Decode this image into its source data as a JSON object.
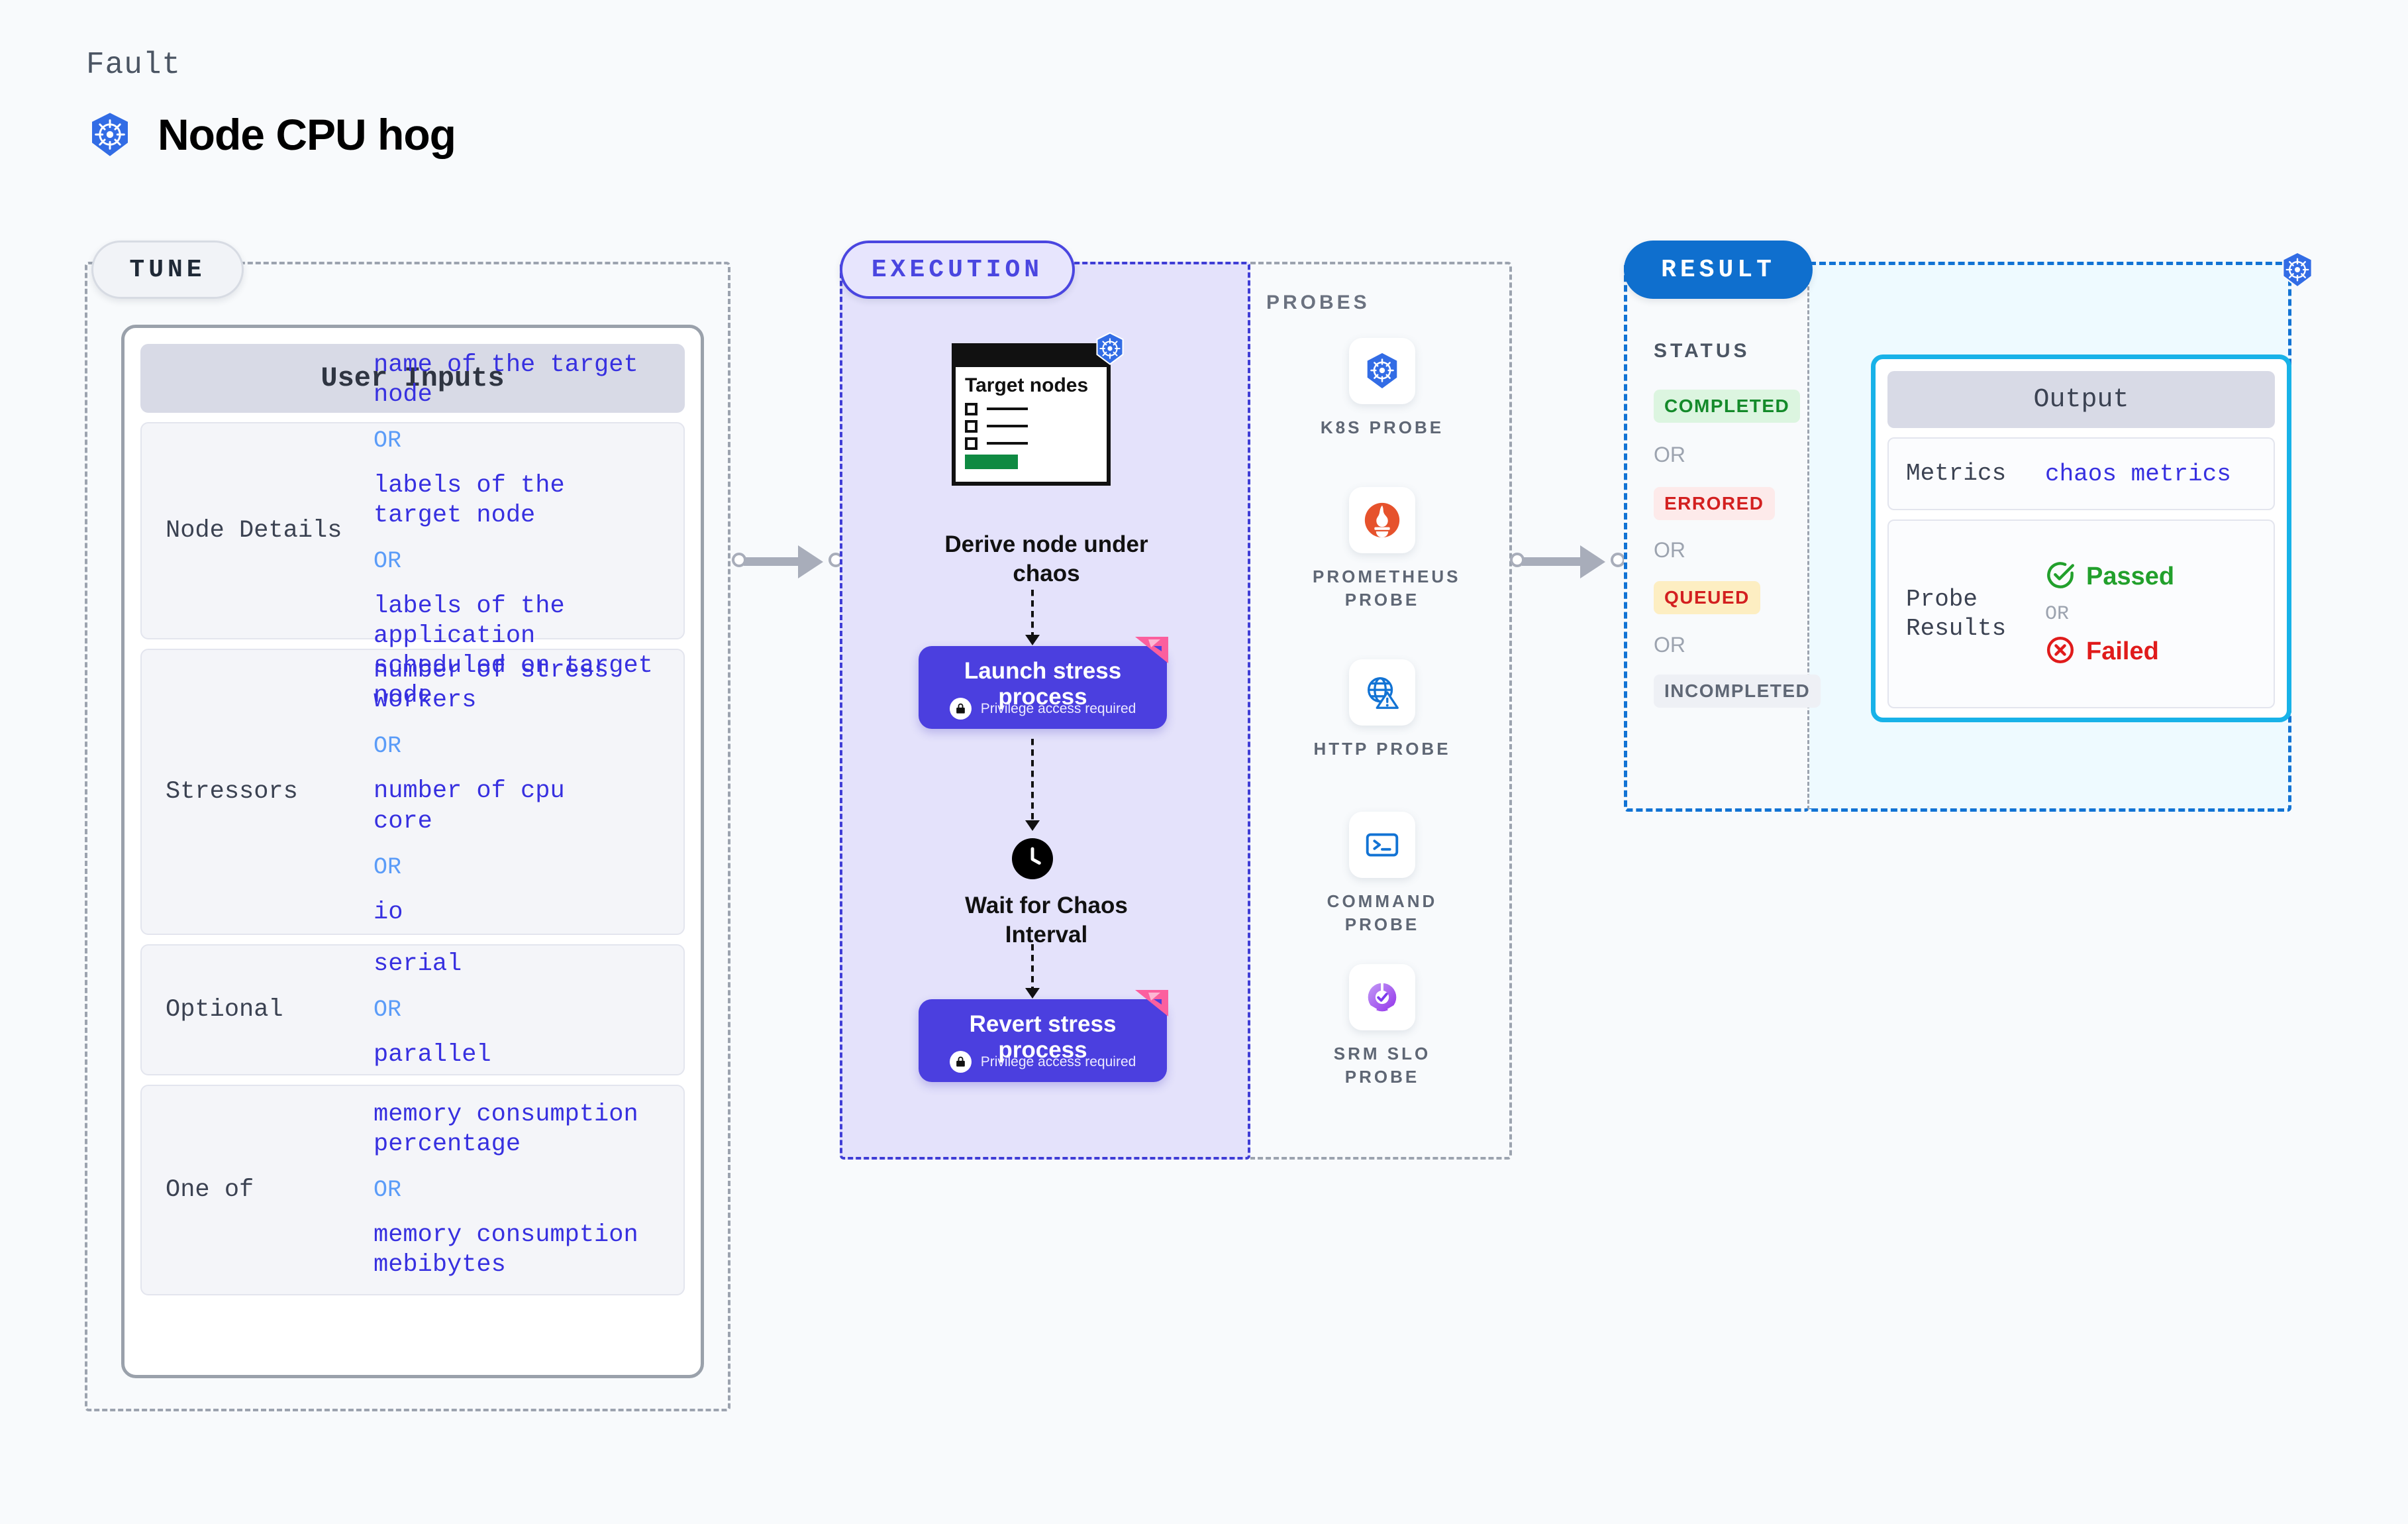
{
  "header": {
    "kicker": "Fault",
    "title": "Node CPU hog",
    "logo_icon": "kubernetes-icon"
  },
  "tune": {
    "label": "TUNE",
    "card_title": "User Inputs",
    "rows": [
      {
        "label": "Node Details",
        "values": [
          "name of the target\nnode",
          "labels of the\ntarget node",
          "labels of the application\n scheduled on target node"
        ],
        "separator": "OR"
      },
      {
        "label": "Stressors",
        "values": [
          "number of stress\nworkers",
          "number of cpu\ncore",
          "io"
        ],
        "separator": "OR"
      },
      {
        "label": "Optional",
        "values": [
          "serial",
          "parallel"
        ],
        "separator": "OR"
      },
      {
        "label": "One of",
        "values": [
          "memory consumption\npercentage",
          "memory consumption\nmebibytes"
        ],
        "separator": "OR"
      }
    ]
  },
  "execution": {
    "label": "EXECUTION",
    "target_card": {
      "heading": "Target nodes",
      "badge_icon": "kubernetes-icon",
      "checkbox_count": 3
    },
    "steps": [
      {
        "name": "derive",
        "label": "Derive node under\nchaos"
      },
      {
        "name": "launch",
        "title": "Launch stress\nprocess",
        "subtitle": "Privilege access required",
        "lock_icon": "lock-icon",
        "ribbon_icon": "ribbon-icon"
      },
      {
        "name": "wait",
        "label": "Wait for Chaos\nInterval",
        "icon": "clock-icon"
      },
      {
        "name": "revert",
        "title": "Revert stress\nprocess",
        "subtitle": "Privilege access required",
        "lock_icon": "lock-icon",
        "ribbon_icon": "ribbon-icon"
      }
    ]
  },
  "probes": {
    "label": "PROBES",
    "items": [
      {
        "label": "K8S PROBE",
        "icon": "kubernetes-icon"
      },
      {
        "label": "PROMETHEUS\nPROBE",
        "icon": "prometheus-icon"
      },
      {
        "label": "HTTP PROBE",
        "icon": "globe-warning-icon"
      },
      {
        "label": "COMMAND\nPROBE",
        "icon": "terminal-icon"
      },
      {
        "label": "SRM SLO\nPROBE",
        "icon": "slo-donut-check-icon"
      }
    ]
  },
  "result": {
    "label": "RESULT",
    "status_label": "STATUS",
    "separator": "OR",
    "badge_icon": "kubernetes-icon",
    "statuses": [
      {
        "text": "COMPLETED",
        "bg": "#dcf5e0",
        "color": "#148a2a"
      },
      {
        "text": "ERRORED",
        "bg": "#fdeaea",
        "color": "#d32020"
      },
      {
        "text": "QUEUED",
        "bg": "#fdeec2",
        "color": "#d32020"
      },
      {
        "text": "INCOMPLETED",
        "bg": "#eef0f5",
        "color": "#5f6775"
      }
    ],
    "output": {
      "title": "Output",
      "metrics_label": "Metrics",
      "metrics_value": "chaos metrics",
      "probe_results_label": "Probe\nResults",
      "passed_text": "Passed",
      "passed_icon": "check-circle-icon",
      "failed_text": "Failed",
      "failed_icon": "x-circle-icon",
      "separator": "OR"
    }
  },
  "colors": {
    "background": "#f8fafc",
    "tune_dash": "#9ca3af",
    "execution_fill": "#e4e2fb",
    "execution_dash": "#3f3dd6",
    "result_dash": "#1273d4",
    "result_fill": "#eefaff",
    "step_purple": "#4b3fdf",
    "value_indigo": "#3730e0",
    "or_blue": "#5b9cf8",
    "output_border": "#18b2e8",
    "ribbon_pink": "#fb5f9e"
  }
}
